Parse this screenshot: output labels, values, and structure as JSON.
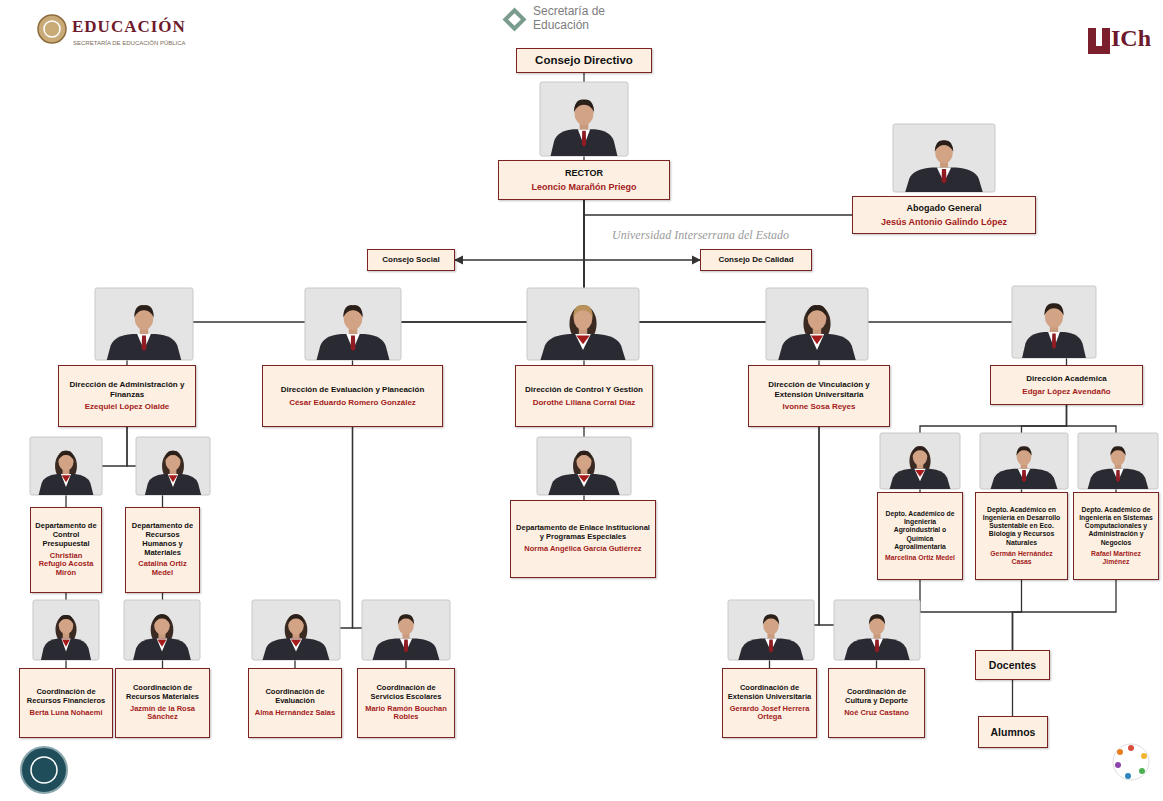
{
  "diagram": {
    "nodes": [
      {
        "text": [
          "Consejo Directivo"
        ]
      },
      {
        "text": [
          "RECTOR",
          "Leoncio Marañón Priego"
        ]
      },
      {
        "text": [
          "Abogado General",
          "Jesús Antonio Galindo López"
        ]
      },
      {
        "text": [
          "Consejo Social"
        ]
      },
      {
        "text": [
          "Consejo De Calidad"
        ]
      },
      {
        "text": [
          "Dirección de Administración y Finanzas",
          "Ezequiel López Olalde"
        ]
      },
      {
        "text": [
          "Dirección de Evaluación y Planeación",
          "César Eduardo Romero González"
        ]
      },
      {
        "text": [
          "Dirección de Control Y Gestión",
          "Dorothé Liliana Corral Díaz"
        ]
      },
      {
        "text": [
          "Dirección de Vinculación y Extensión Universitaria",
          "Ivonne Sosa Reyes"
        ]
      },
      {
        "text": [
          "Dirección Académica",
          "Edgar López Avendaño"
        ]
      },
      {
        "text": [
          "Departamento de Control Presupuestal",
          "Christian Refugio Acosta Mirón"
        ]
      },
      {
        "text": [
          "Departamento de Recursos Humanos y Materiales",
          "Catalina Ortiz Medel"
        ]
      },
      {
        "text": [
          "Departamento de Enlace Institucional y Programas Especiales",
          "Norma Angélica García Gutiérrez"
        ]
      },
      {
        "text": [
          "Depto. Académico de Ingeniería Agroindustrial o Química Agroalimentaria",
          "Marcelina Ortiz Medel"
        ]
      },
      {
        "text": [
          "Depto. Académico en Ingeniería en Desarrollo Sustentable en Eco. Biología y Recursos Naturales",
          "Germán Hernández Casas"
        ]
      },
      {
        "text": [
          "Depto. Académico de Ingeniería en Sistemas Computacionales y Administración y Negocios",
          "Rafael Martínez Jiménez"
        ]
      },
      {
        "text": [
          "Coordinación de Recursos Financieros",
          "Berta Luna Nohaemi"
        ]
      },
      {
        "text": [
          "Coordinación de Recursos Materiales",
          "Jazmín de la Rosa Sánchez"
        ]
      },
      {
        "text": [
          "Coordinación de Evaluación",
          "Alma Hernández Salas"
        ]
      },
      {
        "text": [
          "Coordinación de Servicios Escolares",
          "Mario Ramón Bouchan Robles"
        ]
      },
      {
        "text": [
          "Coordinación de Extensión Universitaria",
          "Gerardo Josef Herrera Ortega"
        ]
      },
      {
        "text": [
          "Coordinación de Cultura y Deporte",
          "Noé Cruz Castano"
        ]
      },
      {
        "text": [
          "Docentes"
        ]
      },
      {
        "text": [
          "Alumnos"
        ]
      }
    ],
    "edges": [
      {
        "from": 0,
        "to": 1,
        "arrow": "none"
      },
      {
        "from": 1,
        "to": 2,
        "arrow": "none"
      },
      {
        "from": 1,
        "to": 3,
        "arrow": "to"
      },
      {
        "from": 1,
        "to": 4,
        "arrow": "to"
      },
      {
        "from": 1,
        "to": 5,
        "arrow": "none"
      },
      {
        "from": 1,
        "to": 6,
        "arrow": "none"
      },
      {
        "from": 1,
        "to": 7,
        "arrow": "none"
      },
      {
        "from": 1,
        "to": 8,
        "arrow": "none"
      },
      {
        "from": 1,
        "to": 9,
        "arrow": "none"
      },
      {
        "from": 5,
        "to": 10,
        "arrow": "none"
      },
      {
        "from": 5,
        "to": 11,
        "arrow": "none"
      },
      {
        "from": 6,
        "to": 18,
        "arrow": "none"
      },
      {
        "from": 6,
        "to": 19,
        "arrow": "none"
      },
      {
        "from": 7,
        "to": 12,
        "arrow": "none"
      },
      {
        "from": 8,
        "to": 20,
        "arrow": "none"
      },
      {
        "from": 8,
        "to": 21,
        "arrow": "none"
      },
      {
        "from": 9,
        "to": 13,
        "arrow": "none"
      },
      {
        "from": 9,
        "to": 14,
        "arrow": "none"
      },
      {
        "from": 9,
        "to": 15,
        "arrow": "none"
      },
      {
        "from": 10,
        "to": 16,
        "arrow": "none"
      },
      {
        "from": 11,
        "to": 17,
        "arrow": "none"
      },
      {
        "from": 13,
        "to": 22,
        "arrow": "none"
      },
      {
        "from": 14,
        "to": 22,
        "arrow": "none"
      },
      {
        "from": 15,
        "to": 22,
        "arrow": "none"
      },
      {
        "from": 22,
        "to": 23,
        "arrow": "none"
      }
    ],
    "labels": [
      "EDUCACIÓN",
      "SECRETARÍA DE EDUCACIÓN PÚBLICA",
      "Secretaría de Educación",
      "ICh",
      "Universidad Interserrana del Estado"
    ]
  }
}
